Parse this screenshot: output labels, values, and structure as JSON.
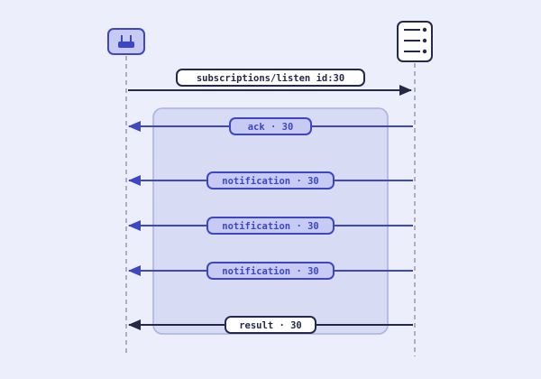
{
  "colors": {
    "background": "#eceefb",
    "dark": "#26284a",
    "blue": "#3e47c2",
    "blue_fill": "#c7cbf3",
    "group_fill": "#d7dbf4",
    "group_border": "#a9b0e6",
    "lifeline": "#9a9aa8"
  },
  "participants": {
    "client": {
      "icon": "router-icon"
    },
    "server": {
      "icon": "server-icon"
    }
  },
  "messages": [
    {
      "label": "subscriptions/listen id:30",
      "direction": "client-to-server",
      "style": "dark"
    },
    {
      "label": "ack · 30",
      "direction": "server-to-client",
      "style": "blue"
    },
    {
      "label": "notification · 30",
      "direction": "server-to-client",
      "style": "blue"
    },
    {
      "label": "notification · 30",
      "direction": "server-to-client",
      "style": "blue"
    },
    {
      "label": "notification · 30",
      "direction": "server-to-client",
      "style": "blue"
    },
    {
      "label": "result · 30",
      "direction": "server-to-client",
      "style": "dark"
    }
  ]
}
